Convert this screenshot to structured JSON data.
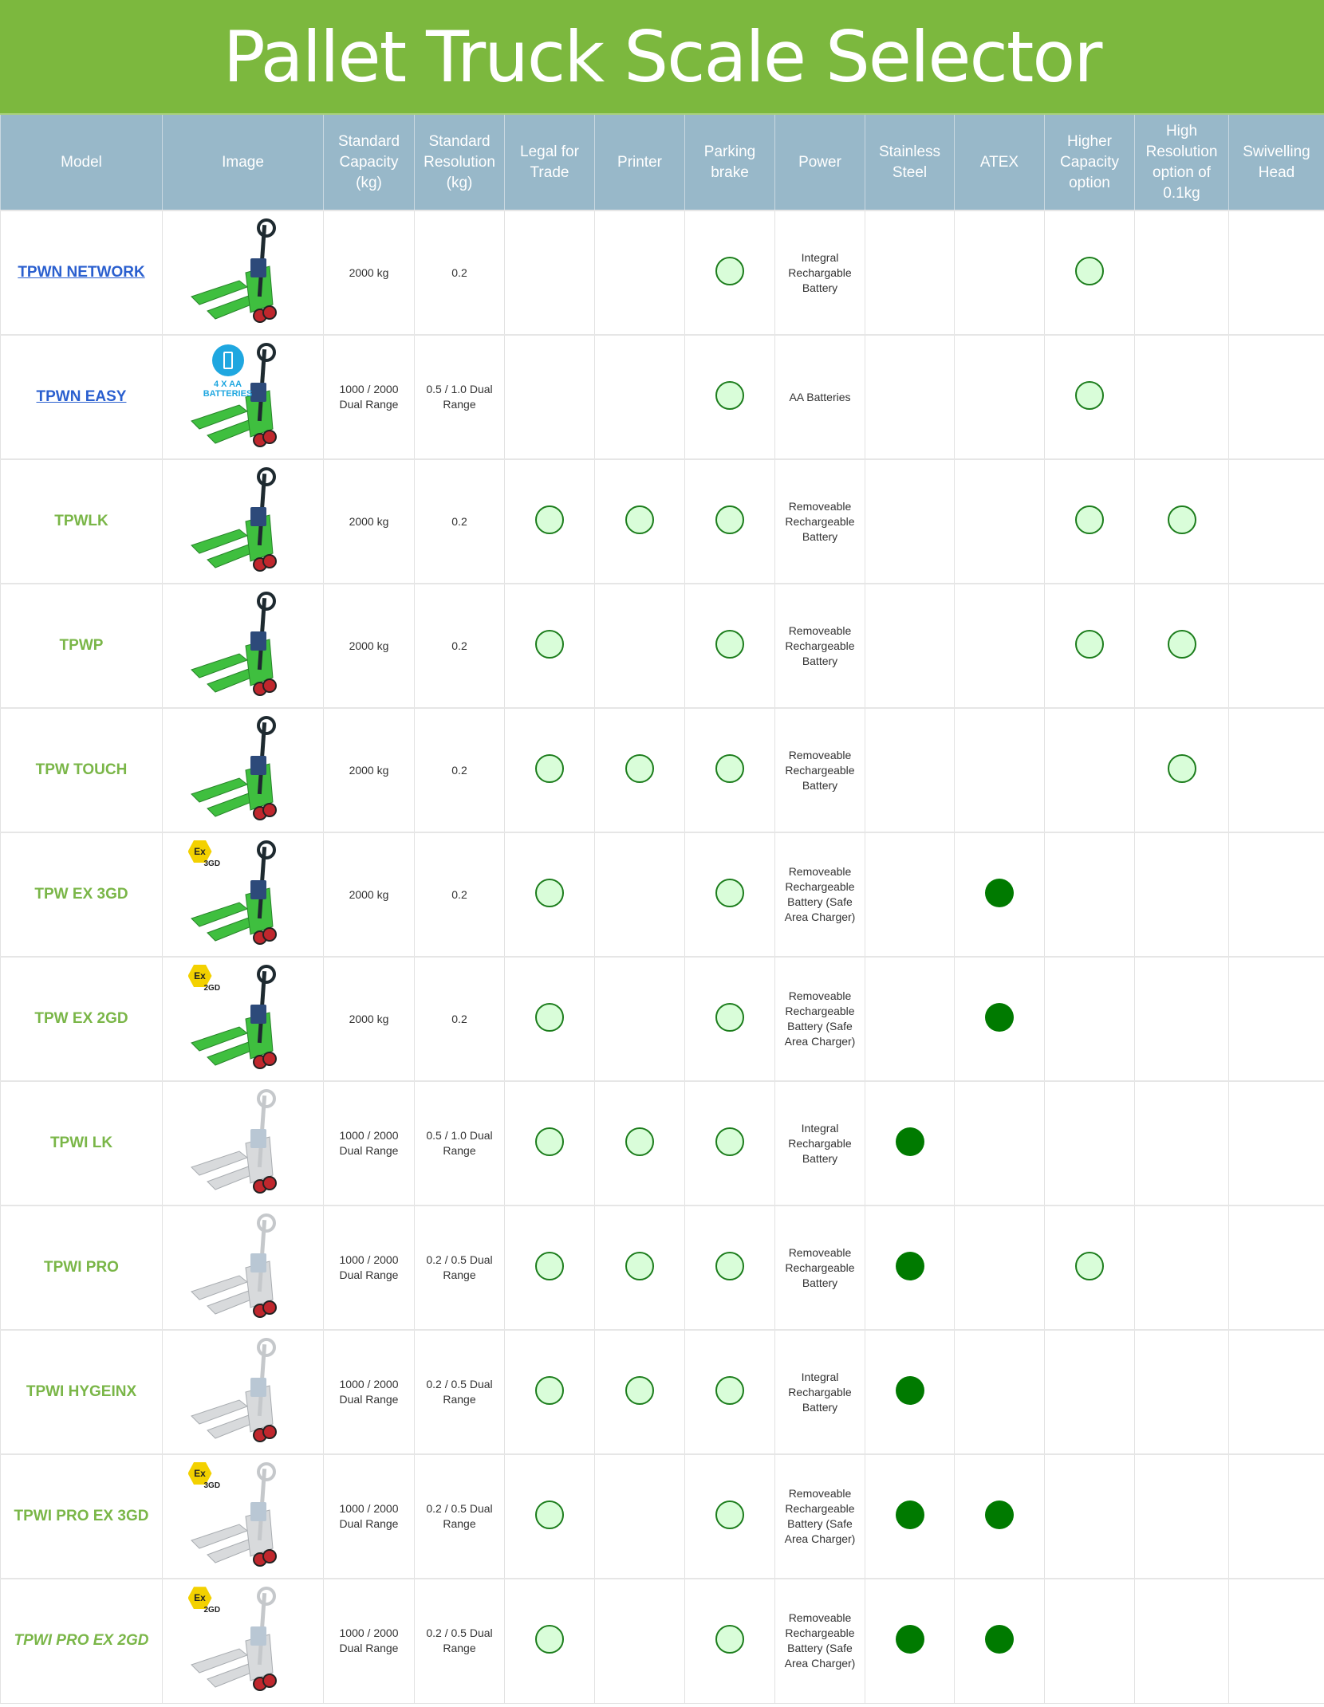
{
  "title": "Pallet Truck Scale Selector",
  "headers": [
    "Model",
    "Image",
    "Standard Capacity (kg)",
    "Standard Resolution (kg)",
    "Legal for Trade",
    "Printer",
    "Parking brake",
    "Power",
    "Stainless Steel",
    "ATEX",
    "Higher Capacity option",
    "High Resolution option of 0.1kg",
    "Swivelling Head"
  ],
  "colors": {
    "banner": "#7cb83e",
    "header": "#98b8c9",
    "model": "#7ab648",
    "link": "#2a5fcf",
    "dot_light": "#d9fdd9",
    "dot_dark": "#007a00"
  },
  "badges": {
    "batteries": "4 X AA BATTERIES",
    "ex": "Ex"
  },
  "rows": [
    {
      "model": "TPWN NETWORK",
      "style": "link",
      "finish": "green",
      "badge": "",
      "capacity": "2000 kg",
      "resolution": "0.2",
      "legal": "",
      "printer": "",
      "parking": "light",
      "power": "Integral Rechargable Battery",
      "stainless": "",
      "atex": "",
      "higher": "light",
      "highres": "",
      "swivel": ""
    },
    {
      "model": "TPWN EASY",
      "style": "link",
      "finish": "green",
      "badge": "batteries",
      "capacity": "1000 / 2000 Dual Range",
      "resolution": "0.5 / 1.0 Dual Range",
      "legal": "",
      "printer": "",
      "parking": "light",
      "power": "AA Batteries",
      "stainless": "",
      "atex": "",
      "higher": "light",
      "highres": "",
      "swivel": ""
    },
    {
      "model": "TPWLK",
      "style": "",
      "finish": "green",
      "badge": "",
      "capacity": "2000 kg",
      "resolution": "0.2",
      "legal": "light",
      "printer": "light",
      "parking": "light",
      "power": "Removeable Rechargeable Battery",
      "stainless": "",
      "atex": "",
      "higher": "light",
      "highres": "light",
      "swivel": ""
    },
    {
      "model": "TPWP",
      "style": "",
      "finish": "green",
      "badge": "",
      "capacity": "2000 kg",
      "resolution": "0.2",
      "legal": "light",
      "printer": "",
      "parking": "light",
      "power": "Removeable Rechargeable Battery",
      "stainless": "",
      "atex": "",
      "higher": "light",
      "highres": "light",
      "swivel": ""
    },
    {
      "model": "TPW TOUCH",
      "style": "",
      "finish": "green",
      "badge": "",
      "capacity": "2000 kg",
      "resolution": "0.2",
      "legal": "light",
      "printer": "light",
      "parking": "light",
      "power": "Removeable Rechargeable Battery",
      "stainless": "",
      "atex": "",
      "higher": "",
      "highres": "light",
      "swivel": ""
    },
    {
      "model": "TPW EX 3GD",
      "style": "",
      "finish": "green",
      "badge": "3GD",
      "capacity": "2000 kg",
      "resolution": "0.2",
      "legal": "light",
      "printer": "",
      "parking": "light",
      "power": "Removeable Rechargeable Battery (Safe Area Charger)",
      "stainless": "",
      "atex": "dark",
      "higher": "",
      "highres": "",
      "swivel": ""
    },
    {
      "model": "TPW EX 2GD",
      "style": "",
      "finish": "green",
      "badge": "2GD",
      "capacity": "2000 kg",
      "resolution": "0.2",
      "legal": "light",
      "printer": "",
      "parking": "light",
      "power": "Removeable Rechargeable Battery (Safe Area Charger)",
      "stainless": "",
      "atex": "dark",
      "higher": "",
      "highres": "",
      "swivel": ""
    },
    {
      "model": "TPWI LK",
      "style": "",
      "finish": "silver",
      "badge": "",
      "capacity": "1000 / 2000 Dual Range",
      "resolution": "0.5 / 1.0 Dual Range",
      "legal": "light",
      "printer": "light",
      "parking": "light",
      "power": "Integral Rechargable Battery",
      "stainless": "dark",
      "atex": "",
      "higher": "",
      "highres": "",
      "swivel": ""
    },
    {
      "model": "TPWI PRO",
      "style": "",
      "finish": "silver",
      "badge": "",
      "capacity": "1000 / 2000 Dual Range",
      "resolution": "0.2 / 0.5 Dual Range",
      "legal": "light",
      "printer": "light",
      "parking": "light",
      "power": "Removeable Rechargeable Battery",
      "stainless": "dark",
      "atex": "",
      "higher": "light",
      "highres": "",
      "swivel": ""
    },
    {
      "model": "TPWI HYGEINX",
      "style": "",
      "finish": "silver",
      "badge": "",
      "capacity": "1000 / 2000 Dual Range",
      "resolution": "0.2 / 0.5 Dual Range",
      "legal": "light",
      "printer": "light",
      "parking": "light",
      "power": "Integral Rechargable Battery",
      "stainless": "dark",
      "atex": "",
      "higher": "",
      "highres": "",
      "swivel": ""
    },
    {
      "model": "TPWI PRO EX 3GD",
      "style": "",
      "finish": "silver",
      "badge": "3GD",
      "capacity": "1000 / 2000 Dual Range",
      "resolution": "0.2 / 0.5 Dual Range",
      "legal": "light",
      "printer": "",
      "parking": "light",
      "power": "Removeable Rechargeable Battery (Safe Area Charger)",
      "stainless": "dark",
      "atex": "dark",
      "higher": "",
      "highres": "",
      "swivel": ""
    },
    {
      "model": "TPWI PRO EX 2GD",
      "style": "italic",
      "finish": "silver",
      "badge": "2GD",
      "capacity": "1000 / 2000 Dual Range",
      "resolution": "0.2 / 0.5 Dual Range",
      "legal": "light",
      "printer": "",
      "parking": "light",
      "power": "Removeable Rechargeable Battery (Safe Area Charger)",
      "stainless": "dark",
      "atex": "dark",
      "higher": "",
      "highres": "",
      "swivel": ""
    }
  ]
}
